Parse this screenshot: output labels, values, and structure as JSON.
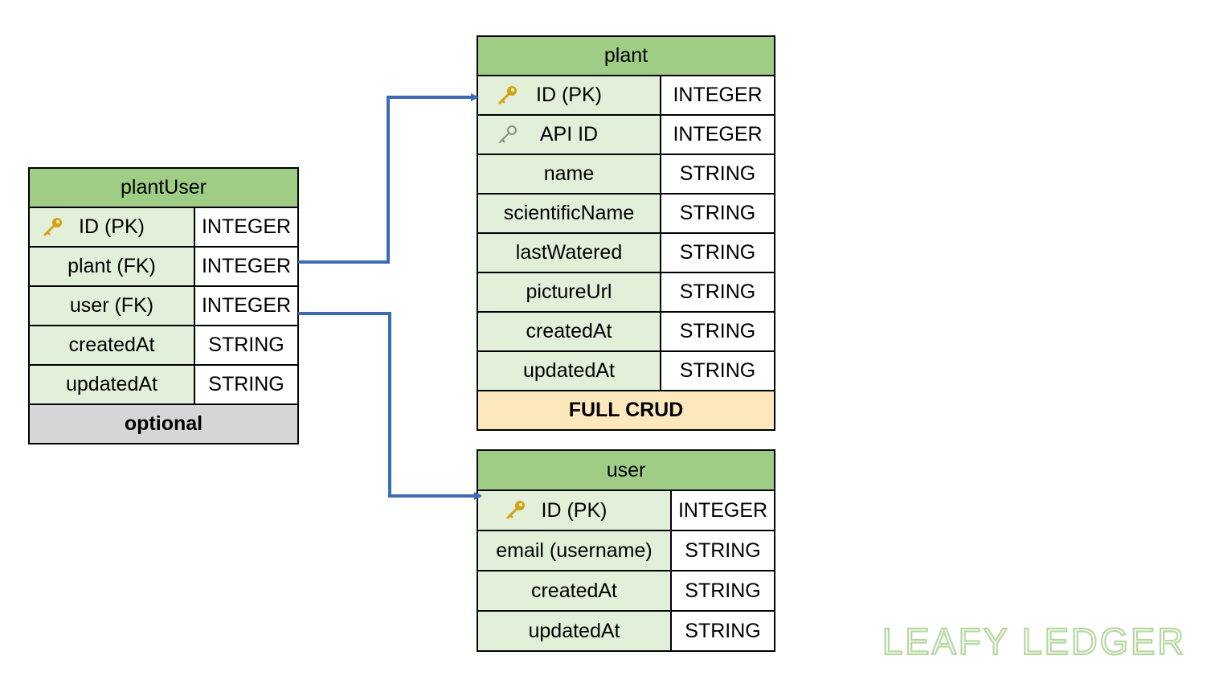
{
  "tables": {
    "plantUser": {
      "title": "plantUser",
      "rows": [
        {
          "name": "ID (PK)",
          "type": "INTEGER",
          "icon": "primary-key-icon"
        },
        {
          "name": "plant (FK)",
          "type": "INTEGER"
        },
        {
          "name": "user (FK)",
          "type": "INTEGER"
        },
        {
          "name": "createdAt",
          "type": "STRING"
        },
        {
          "name": "updatedAt",
          "type": "STRING"
        }
      ],
      "footer": "optional"
    },
    "plant": {
      "title": "plant",
      "rows": [
        {
          "name": "ID (PK)",
          "type": "INTEGER",
          "icon": "primary-key-icon"
        },
        {
          "name": "API ID",
          "type": "INTEGER",
          "icon": "secondary-key-icon"
        },
        {
          "name": "name",
          "type": "STRING"
        },
        {
          "name": "scientificName",
          "type": "STRING"
        },
        {
          "name": "lastWatered",
          "type": "STRING"
        },
        {
          "name": "pictureUrl",
          "type": "STRING"
        },
        {
          "name": "createdAt",
          "type": "STRING"
        },
        {
          "name": "updatedAt",
          "type": "STRING"
        }
      ],
      "footer": "FULL CRUD"
    },
    "user": {
      "title": "user",
      "rows": [
        {
          "name": "ID (PK)",
          "type": "INTEGER",
          "icon": "primary-key-icon"
        },
        {
          "name": "email (username)",
          "type": "STRING"
        },
        {
          "name": "createdAt",
          "type": "STRING"
        },
        {
          "name": "updatedAt",
          "type": "STRING"
        }
      ]
    }
  },
  "relations": [
    {
      "from": "plantUser.plant (FK)",
      "to": "plant.ID (PK)"
    },
    {
      "from": "plantUser.user (FK)",
      "to": "user.ID (PK)"
    }
  ],
  "colors": {
    "header": "#9fcd86",
    "field": "#e2efd9",
    "optional_footer": "#d6d6d6",
    "crud_footer": "#fde8bd",
    "connector": "#3d6ab5",
    "logo": "#b6d7a0",
    "primary_key": "#d4a017",
    "secondary_key": "#8a8a8a"
  },
  "logo": {
    "text": "LEAFY LEDGER"
  }
}
